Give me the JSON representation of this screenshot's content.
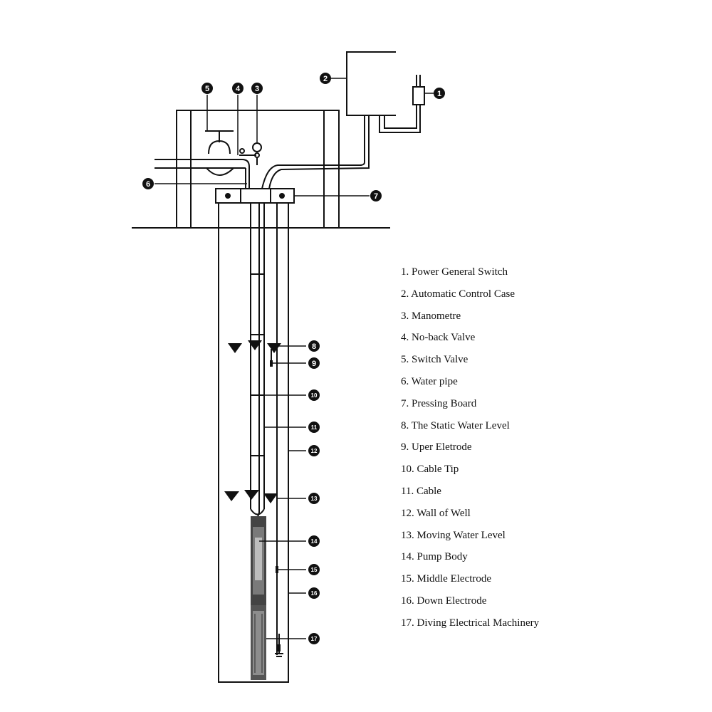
{
  "callouts": [
    "1",
    "2",
    "3",
    "4",
    "5",
    "6",
    "7",
    "8",
    "9",
    "10",
    "11",
    "12",
    "13",
    "14",
    "15",
    "16",
    "17"
  ],
  "legend": [
    "1. Power General Switch",
    "2. Automatic Control Case",
    "3. Manometre",
    "4. No-back Valve",
    "5. Switch Valve",
    "6. Water pipe",
    "7. Pressing Board",
    "8. The Static  Water Level",
    "9.   Uper  Eletrode",
    "10. Cable Tip",
    "11. Cable",
    "12. Wall of Well",
    "13. Moving Water Level",
    "14. Pump Body",
    "15. Middle Electrode",
    "16. Down Electrode",
    "17. Diving Electrical Machinery"
  ]
}
